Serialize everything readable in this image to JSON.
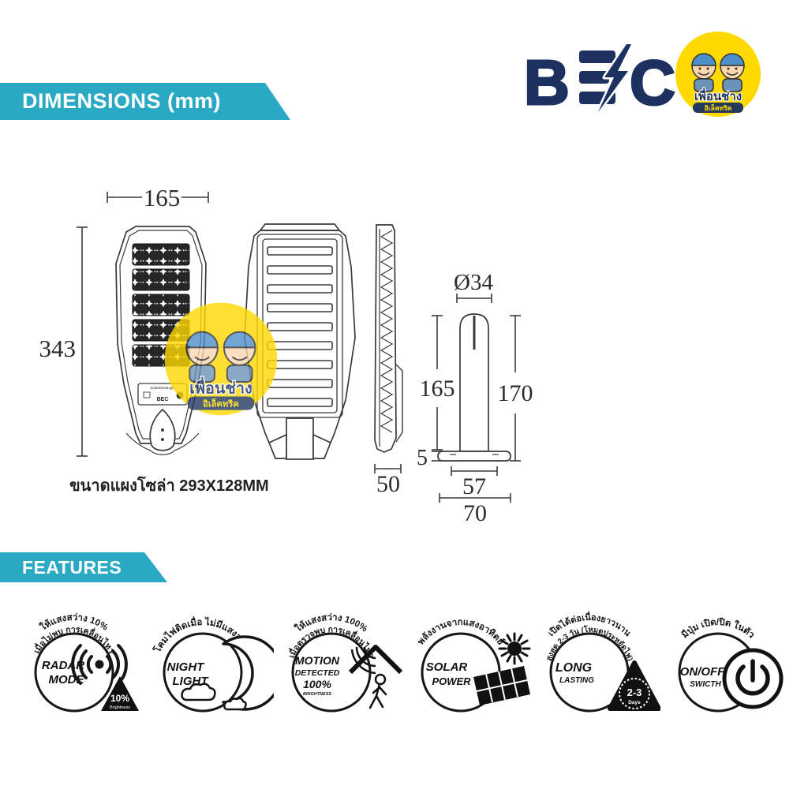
{
  "brand": {
    "logo_text": "BEC",
    "badge_line1": "เพื่อนช่าง",
    "badge_line2": "อิเล็คทริค"
  },
  "banners": {
    "dimensions": "DIMENSIONS (mm)",
    "features": "FEATURES"
  },
  "dimensions_drawing": {
    "front_width": "165",
    "front_height": "343",
    "panel_label": "SolarStreetLight",
    "panel_brand": "BEC",
    "side_depth": "50",
    "pole_diameter": "Ø34",
    "pole_height_inner": "165",
    "pole_height_total": "170",
    "base_thickness": "5",
    "base_width_inner": "57",
    "base_width_outer": "70",
    "caption": "ขนาดแผงโซล่า 293X128MM"
  },
  "features": [
    {
      "arc_top": "ให้แสงสว่าง 10%",
      "arc_bottom": "เมื่อไม่พบ การเคลื่อนไหว",
      "title_line1": "RADAR",
      "title_line2": "MODE",
      "badge_value": "10%",
      "badge_caption": "Brightness"
    },
    {
      "arc_top": "โคมไฟติดเมื่อ ไม่มีแสงสว่าง",
      "title_line1": "NIGHT",
      "title_line2": "LIGHT"
    },
    {
      "arc_top": "ให้แสงสว่าง 100%",
      "arc_bottom": "เมื่อตรวจพบ การเคลื่อนไหว",
      "title_line1": "MOTION",
      "title_line2": "DETECTED",
      "title_line3": "100%",
      "title_line4": "BRIGHTNESS"
    },
    {
      "arc_top": "พลังงานจากแสงอาทิตย์",
      "title_line1": "SOLAR",
      "title_line2": "POWER"
    },
    {
      "arc_top": "เปิดได้ต่อเนื่องยาวนาน",
      "arc_bottom": "สูงสุด 2-3 วัน (โหมดประหยัดไฟ)",
      "title_line1": "LONG",
      "title_line2": "LASTING",
      "badge_value": "2-3",
      "badge_caption": "Days"
    },
    {
      "arc_top": "มีปุ่ม เปิด/ปิด ในตัว",
      "title_line1": "ON/OFF",
      "title_line2": "SWICTH"
    }
  ],
  "colors": {
    "accent_teal": "#2aa9c4",
    "brand_navy": "#1d3160",
    "badge_yellow": "#ffd900",
    "line_dark": "#3a3a3a"
  }
}
